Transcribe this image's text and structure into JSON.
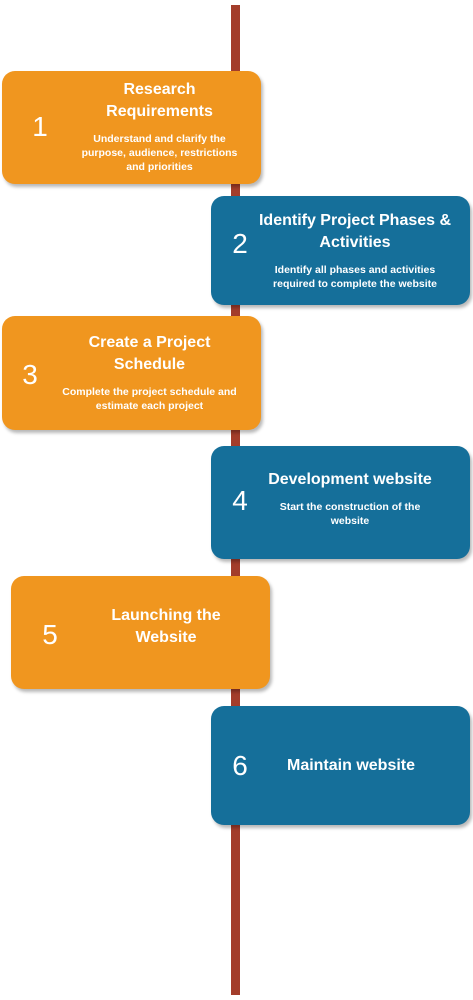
{
  "steps": [
    {
      "number": "1",
      "title": "Research Requirements",
      "description": "Understand and clarify the purpose, audience, restrictions and priorities",
      "color": "#f0961f"
    },
    {
      "number": "2",
      "title": "Identify Project Phases & Activities",
      "description": "Identify all phases and activities required to complete the website",
      "color": "#156f9a"
    },
    {
      "number": "3",
      "title": "Create a Project Schedule",
      "description": "Complete the project schedule and estimate each project",
      "color": "#f0961f"
    },
    {
      "number": "4",
      "title": "Development website",
      "description": "Start the construction of the website",
      "color": "#156f9a"
    },
    {
      "number": "5",
      "title": "Launching the Website",
      "description": "",
      "color": "#f0961f"
    },
    {
      "number": "6",
      "title": "Maintain website",
      "description": "",
      "color": "#156f9a"
    }
  ],
  "colors": {
    "timeline": "#a33d2b",
    "orange": "#f0961f",
    "blue": "#156f9a"
  }
}
